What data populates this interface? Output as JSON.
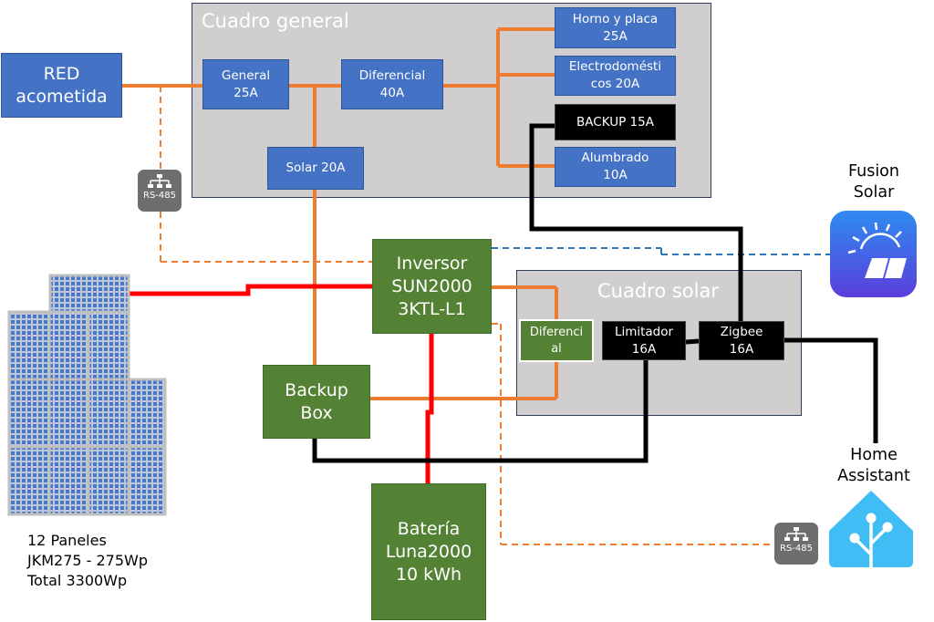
{
  "cuadro_general": {
    "title": "Cuadro general"
  },
  "cuadro_solar": {
    "title": "Cuadro solar"
  },
  "red": {
    "line1": "RED",
    "line2": "acometida"
  },
  "general": {
    "line1": "General",
    "line2": "25A"
  },
  "diferencial_main": {
    "line1": "Diferencial",
    "line2": "40A"
  },
  "solar_breaker": {
    "label": "Solar 20A"
  },
  "horno": {
    "line1": "Horno y placa",
    "line2": "25A"
  },
  "electro": {
    "line1": "Electrodomésti",
    "line2": "cos 20A"
  },
  "backup15": {
    "label": "BACKUP 15A"
  },
  "alumbrado": {
    "line1": "Alumbrado",
    "line2": "10A"
  },
  "inversor": {
    "line1": "Inversor",
    "line2": "SUN2000",
    "line3": "3KTL-L1"
  },
  "backup_box": {
    "line1": "Backup",
    "line2": "Box"
  },
  "bateria": {
    "line1": "Batería",
    "line2": "Luna2000",
    "line3": "10 kWh"
  },
  "diferencial_solar": {
    "line1": "Diferenci",
    "line2": "al"
  },
  "limitador": {
    "line1": "Limitador",
    "line2": "16A"
  },
  "zigbee": {
    "line1": "Zigbee",
    "line2": "16A"
  },
  "fusion_solar": {
    "line1": "Fusion",
    "line2": "Solar"
  },
  "home_assistant": {
    "line1": "Home",
    "line2": "Assistant"
  },
  "paneles": {
    "line1": "12 Paneles",
    "line2": "JKM275 - 275Wp",
    "line3": "Total 3300Wp"
  },
  "rs485_left": {
    "label": "RS-485"
  },
  "rs485_right": {
    "label": "RS-485"
  },
  "colors": {
    "ac": "#ed7d31",
    "dc": "#ff0000",
    "comms": "#2e75b6",
    "control": "#000000",
    "breaker": "#4472c4",
    "device": "#548235",
    "panel": "#d0cece"
  }
}
